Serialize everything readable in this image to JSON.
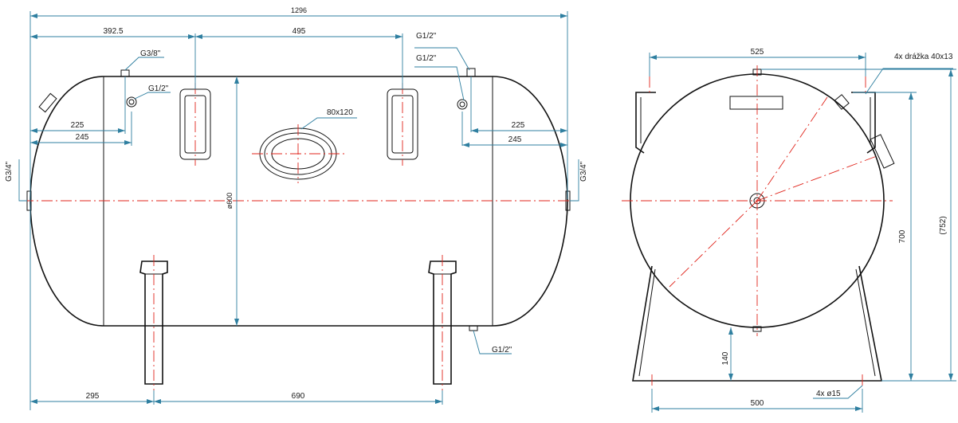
{
  "side_view": {
    "dimensions": {
      "overall_length": "1296",
      "end_to_left_fitting": "392.5",
      "inspection_spacing": "495",
      "left_fitting_225": "225",
      "left_fitting_245": "245",
      "right_fitting_225": "225",
      "right_fitting_245": "245",
      "diameter": "ø600",
      "leg_offset": "295",
      "leg_spacing": "690"
    },
    "callouts": {
      "top_left_nozzle": "G3/8\"",
      "left_small_port": "G1/2\"",
      "top_right_nozzle": "G1/2\"",
      "right_small_port": "G1/2\"",
      "manhole": "80x120",
      "left_end_port": "G3/4\"",
      "right_end_port": "G3/4\"",
      "bottom_drain": "G1/2\""
    }
  },
  "end_view": {
    "dimensions": {
      "saddle_width_top": "525",
      "height": "700",
      "overall_height": "(752)",
      "leg_height": "140",
      "base_width": "500"
    },
    "callouts": {
      "grooves": "4x drážka 40x13",
      "holes": "4x ø15"
    }
  }
}
